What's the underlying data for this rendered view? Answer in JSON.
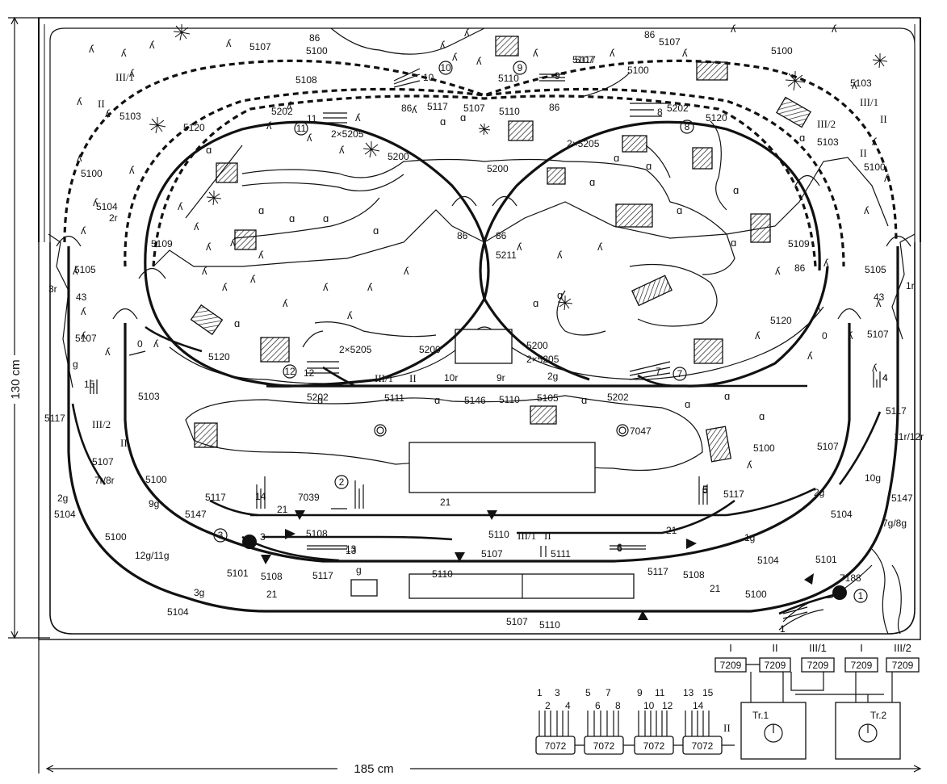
{
  "dimensions": {
    "height": "130 cm",
    "width": "185 cm"
  },
  "power_supply": {
    "circuit_labels": [
      "I",
      "II",
      "III/1",
      "I",
      "III/2"
    ],
    "module_label": "7209",
    "transformers": [
      "Tr.1",
      "Tr.2"
    ]
  },
  "switch_panel": {
    "groups": [
      {
        "top": [
          "1",
          "3"
        ],
        "mid": [
          "2",
          "4"
        ],
        "module": "7072"
      },
      {
        "top": [
          "5",
          "7"
        ],
        "mid": [
          "6",
          "8"
        ],
        "module": "7072"
      },
      {
        "top": [
          "9",
          "11"
        ],
        "mid": [
          "10",
          "12"
        ],
        "module": "7072"
      },
      {
        "top": [
          "13",
          "15"
        ],
        "mid": [
          "14"
        ],
        "module": "7072"
      }
    ],
    "circuit": "II"
  },
  "track_labels": [
    "5107",
    "86",
    "5100",
    "5107",
    "86",
    "5107",
    "5100",
    "5103",
    "III/1",
    "II",
    "5100",
    "5108",
    "5110",
    "5117",
    "5103",
    "5202",
    "86",
    "5117",
    "5107",
    "5110",
    "86",
    "5202",
    "5120",
    "III/1",
    "II",
    "2×5205",
    "5120",
    "5200",
    "5200",
    "2×5205",
    "III/2",
    "5103",
    "II",
    "5100",
    "5104",
    "2r",
    "5100",
    "5109",
    "86",
    "86",
    "5211",
    "5109",
    "86",
    "5105",
    "3r",
    "43",
    "5105",
    "1r",
    "43",
    "5107",
    "0",
    "5120",
    "2×5205",
    "5200",
    "5200",
    "2×5205",
    "0",
    "5120",
    "5107",
    "g",
    "15",
    "III/1",
    "II",
    "10r",
    "9r",
    "2g",
    "4",
    "5117",
    "5103",
    "5202",
    "5111",
    "5146",
    "5110",
    "5105",
    "5202",
    "III/2",
    "II",
    "7047",
    "5117",
    "11r/12r",
    "5107",
    "5100",
    "5107",
    "7r/8r",
    "2g",
    "5104",
    "9g",
    "5100",
    "5117",
    "14",
    "7039",
    "21",
    "21",
    "5117",
    "5",
    "2g",
    "10g",
    "5147",
    "5104",
    "5147",
    "5108",
    "5110",
    "III/1",
    "II",
    "21",
    "7g/8g",
    "5100",
    "12g/11g",
    "13",
    "6",
    "1g",
    "5101",
    "5108",
    "5117",
    "5107",
    "5111",
    "5117",
    "5108",
    "5104",
    "5101",
    "g",
    "5110",
    "7188",
    "3g",
    "21",
    "21",
    "5100",
    "5104",
    "5107",
    "5110",
    "1"
  ],
  "circled_numbers": [
    "1",
    "2",
    "3",
    "7",
    "8",
    "9",
    "10",
    "11",
    "12"
  ],
  "feeder_labels": [
    "10",
    "9",
    "8",
    "11",
    "12",
    "7",
    "13",
    "6",
    "3",
    "5",
    "1",
    "4"
  ],
  "colors": {
    "ink": "#111111",
    "paper": "#ffffff"
  },
  "icons": [
    "conifer-tree-icon",
    "deciduous-tree-icon",
    "sun-icon",
    "building-icon",
    "signal-icon"
  ]
}
